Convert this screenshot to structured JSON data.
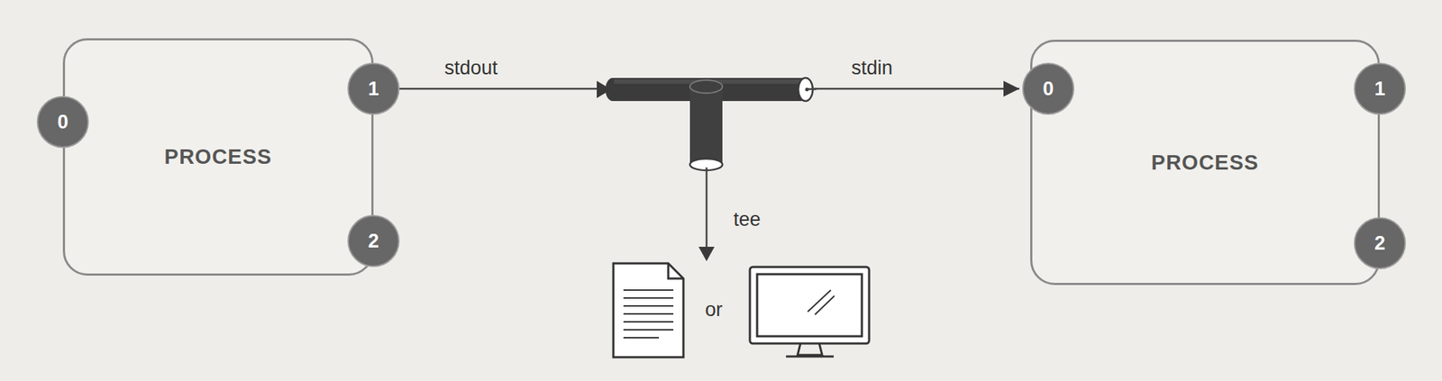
{
  "diagram": {
    "nodes": [
      {
        "text": [
          "PROCESS"
        ]
      },
      {
        "text": [
          "0"
        ],
        "in": 0
      },
      {
        "text": [
          "1"
        ],
        "in": 0
      },
      {
        "text": [
          "2"
        ],
        "in": 0
      },
      {
        "text": [
          "PROCESS"
        ]
      },
      {
        "text": [
          "0"
        ],
        "in": 4
      },
      {
        "text": [
          "1"
        ],
        "in": 4
      },
      {
        "text": [
          "2"
        ],
        "in": 4
      }
    ],
    "edges": [
      {
        "from": 2,
        "to": 5,
        "arrow": "to"
      }
    ],
    "labels": [
      "stdout",
      "stdin",
      "tee",
      "or"
    ]
  }
}
